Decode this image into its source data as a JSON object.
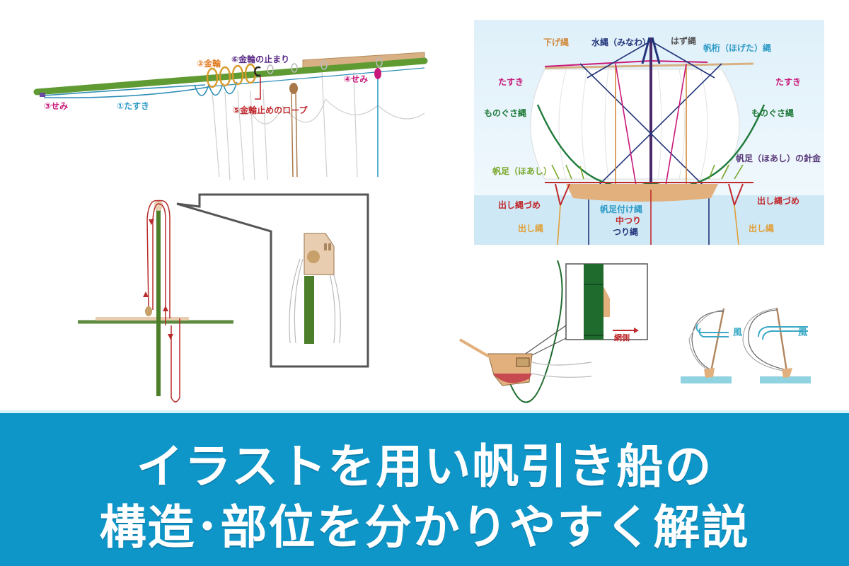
{
  "panel_yard": {
    "labels": {
      "tasuki": "①たすき",
      "kanawa": "②金輪",
      "semi3": "③せみ",
      "semi4": "④せみ",
      "kanawa_rope": "⑤金輪止めのロープ",
      "kanawa_stop": "⑥金輪の止まり"
    },
    "colors": {
      "yard": "#5f9a33",
      "tasuki": "#2f8fb8",
      "kanawa": "#d89a2a",
      "semi": "#c8197a",
      "rope": "#c0292d",
      "label_orange": "#e07a1f",
      "label_purple": "#5a2a86",
      "label_blue": "#2f9bc7",
      "label_magenta": "#c8197a",
      "label_red": "#c0292d"
    }
  },
  "panel_sail": {
    "labels": {
      "sage_nawa": "下げ縄",
      "mi_nawa": "水縄（みなわ）",
      "hazu_nawa": "はず縄",
      "hogeta_nawa": "帆桁（ほげた）縄",
      "tasuki_left": "たすき",
      "tasuki_right": "たすき",
      "monogusa_left": "ものぐさ縄",
      "monogusa_right": "ものぐさ縄",
      "hoashi": "帆足（ほあし）",
      "hoashi_wire": "帆足（ほあし）の針金",
      "dashi_zume_left": "出し縄づめ",
      "dashi_zume_right": "出し縄づめ",
      "hoashi_tsuke": "帆足付け縄",
      "naka_tsuri": "中つり",
      "tsuri_nawa": "つり縄",
      "dashi_left": "出し縄",
      "dashi_right": "出し縄"
    },
    "colors": {
      "sky": "#e6f3fb",
      "water": "#cfe8f5",
      "sage": "#d18a3c",
      "minawa": "#22347a",
      "hazu": "#6a6a6a",
      "hogeta": "#2f9bc7",
      "tasuki": "#c8197a",
      "monogusa": "#1f7a3a",
      "hoashi": "#7aa82c",
      "hoashi_wire": "#5a3a7a",
      "dashi_zume": "#c0292d",
      "dashi": "#e0a03a",
      "naka_tsuri": "#c0292d",
      "tsuri": "#22347a"
    }
  },
  "panel_mast_detail": {
    "colors": {
      "mast": "#4d7f2b",
      "rope": "#b82a2a",
      "frame": "#555555",
      "block": "#e8cdb0"
    }
  },
  "panel_boat": {
    "labels": {
      "net_side": "網側"
    },
    "colors": {
      "hull": "#e2b07c",
      "bottom": "#c74a50",
      "mast": "#1f6b2e",
      "arrow": "#c0292d"
    }
  },
  "panel_wind": {
    "labels": {
      "wind_left": "風",
      "wind_right": "風"
    },
    "colors": {
      "wind": "#3aa9c6",
      "water": "#8fd3e0"
    }
  },
  "banner": {
    "line1": "イラストを用い帆引き船の",
    "line2": "構造･部位を分かりやすく解説",
    "background": "#0f96c8"
  }
}
